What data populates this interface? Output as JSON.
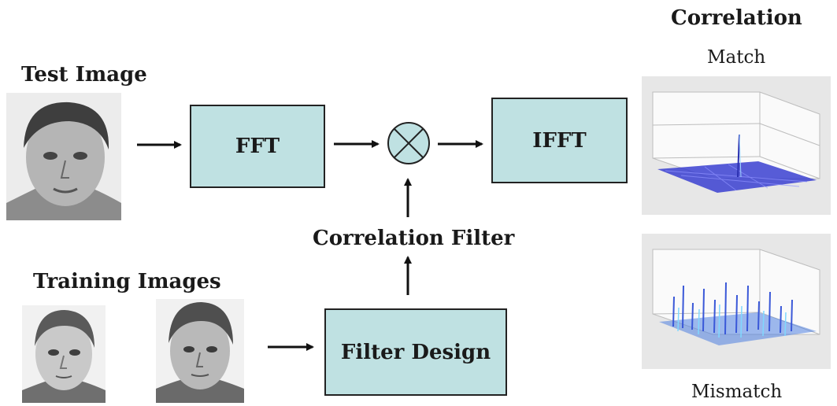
{
  "labels": {
    "test_image": "Test Image",
    "training_images": "Training Images",
    "correlation": "Correlation",
    "match": "Match",
    "mismatch": "Mismatch",
    "correlation_filter": "Correlation  Filter"
  },
  "blocks": {
    "fft": "FFT",
    "ifft": "IFFT",
    "filter_design": "Filter Design"
  },
  "colors": {
    "block_fill": "#bfe1e2",
    "plot_bg": "#e7e7e7",
    "plot_points": "#3a3fd0"
  }
}
